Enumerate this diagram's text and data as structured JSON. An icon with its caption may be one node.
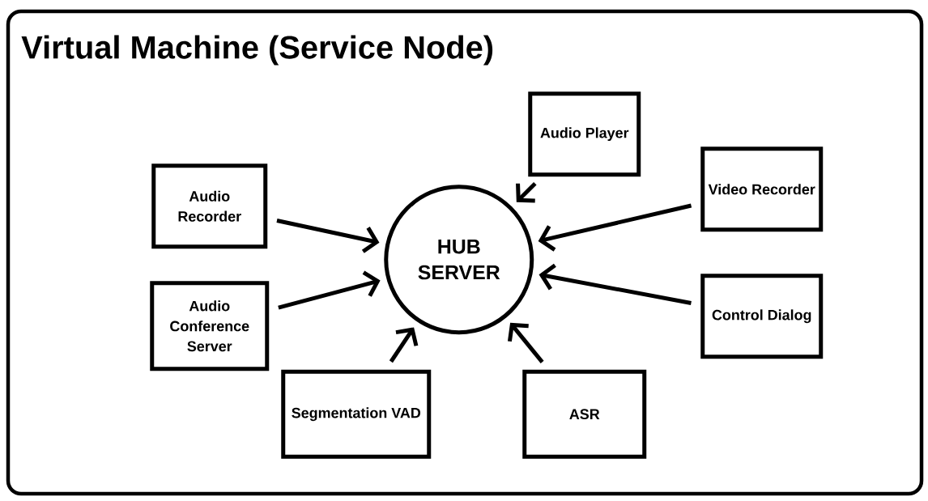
{
  "diagram": {
    "nodes": [
      {
        "text": [
          "Virtual Machine (Service Node)"
        ]
      },
      {
        "text": [
          "HUB SERVER"
        ],
        "in": 0
      },
      {
        "text": [
          "Audio Player"
        ],
        "in": 0
      },
      {
        "text": [
          "Audio Recorder"
        ],
        "in": 0
      },
      {
        "text": [
          "Video Recorder"
        ],
        "in": 0
      },
      {
        "text": [
          "Audio Conference Server"
        ],
        "in": 0
      },
      {
        "text": [
          "Control Dialog"
        ],
        "in": 0
      },
      {
        "text": [
          "Segmentation VAD"
        ],
        "in": 0
      },
      {
        "text": [
          "ASR"
        ],
        "in": 0
      }
    ],
    "edges": [
      {
        "from": 2,
        "to": 1,
        "arrow": "to"
      },
      {
        "from": 3,
        "to": 1,
        "arrow": "to"
      },
      {
        "from": 4,
        "to": 1,
        "arrow": "to"
      },
      {
        "from": 5,
        "to": 1,
        "arrow": "to"
      },
      {
        "from": 6,
        "to": 1,
        "arrow": "to"
      },
      {
        "from": 7,
        "to": 1,
        "arrow": "to"
      },
      {
        "from": 8,
        "to": 1,
        "arrow": "to"
      }
    ]
  }
}
